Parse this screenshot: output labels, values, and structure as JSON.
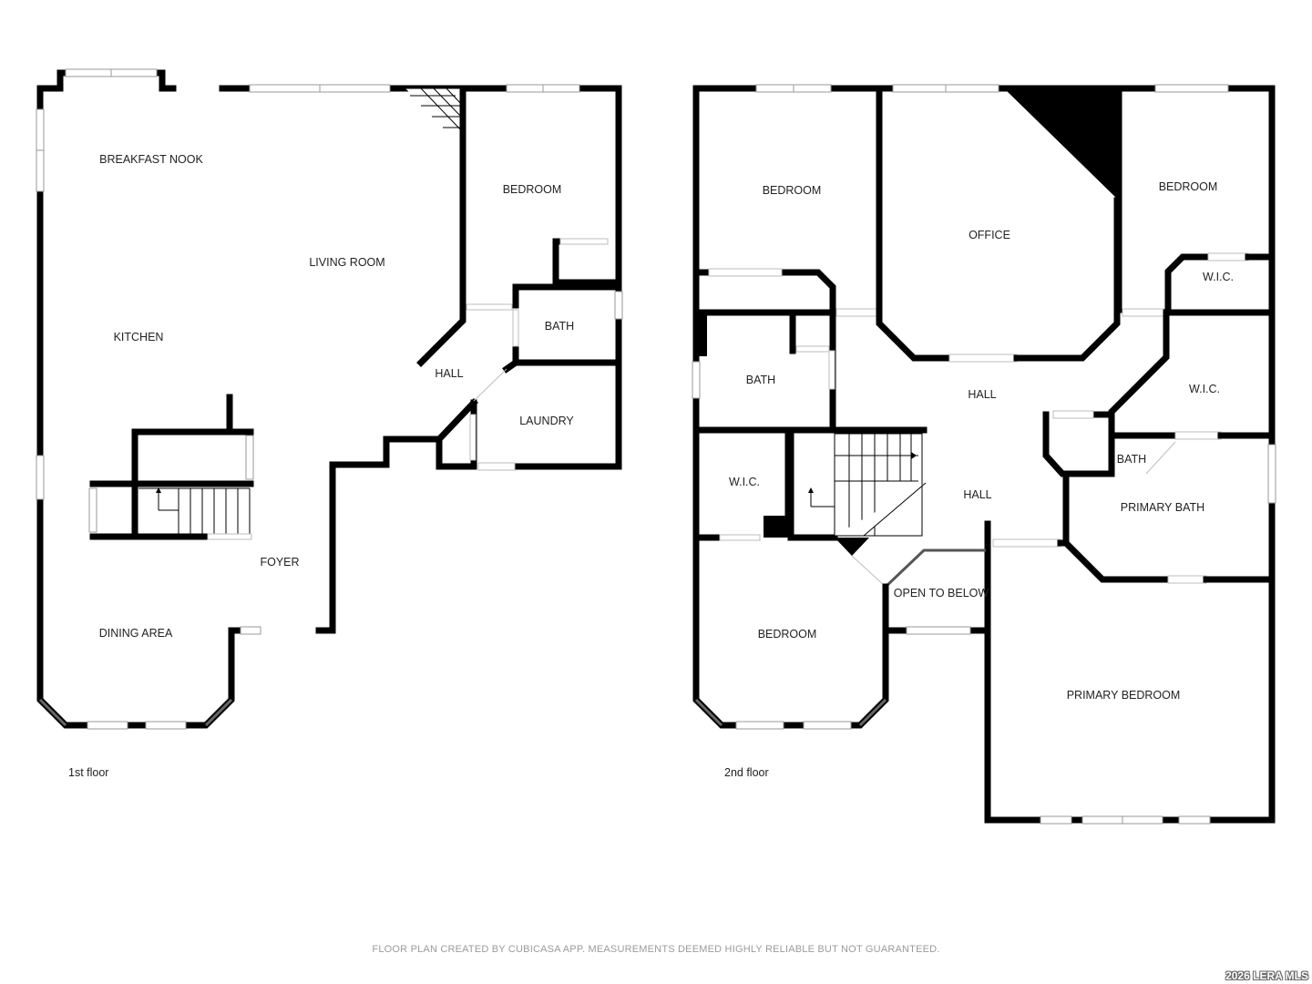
{
  "floors": [
    {
      "label": "1st floor",
      "rooms": [
        "BREAKFAST NOOK",
        "LIVING ROOM",
        "BEDROOM",
        "KITCHEN",
        "BATH",
        "HALL",
        "LAUNDRY",
        "FOYER",
        "DINING AREA"
      ]
    },
    {
      "label": "2nd floor",
      "rooms": [
        "BEDROOM",
        "OFFICE",
        "BEDROOM",
        "W.I.C.",
        "BATH",
        "HALL",
        "W.I.C.",
        "BATH",
        "W.I.C.",
        "HALL",
        "PRIMARY BATH",
        "OPEN TO BELOW",
        "BEDROOM",
        "PRIMARY BEDROOM"
      ]
    }
  ],
  "footer": "FLOOR PLAN CREATED BY CUBICASA APP. MEASUREMENTS DEEMED HIGHLY RELIABLE BUT NOT GUARANTEED.",
  "watermark": "2026 LERA MLS"
}
